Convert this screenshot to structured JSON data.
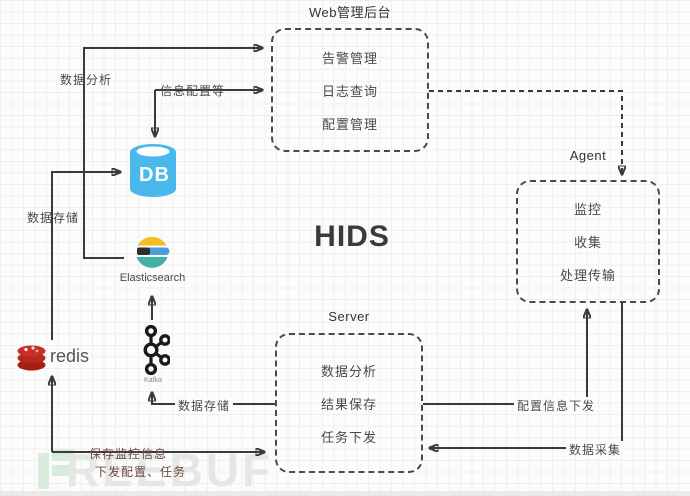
{
  "title": "HIDS",
  "nodes": {
    "web": {
      "title": "Web管理后台",
      "items": [
        "告警管理",
        "日志查询",
        "配置管理"
      ]
    },
    "agent": {
      "title": "Agent",
      "items": [
        "监控",
        "收集",
        "处理传输"
      ]
    },
    "server": {
      "title": "Server",
      "items": [
        "数据分析",
        "结果保存",
        "任务下发"
      ]
    },
    "db": {
      "label": "DB",
      "color": "#49b8ea"
    },
    "elasticsearch": {
      "label": "Elasticsearch",
      "colors": {
        "top": "#f1bf22",
        "bar": "#4a9ed6",
        "block": "#2e2e2e",
        "bottom": "#43b0a6"
      }
    },
    "redis": {
      "label": "redis",
      "color": "#b32017"
    },
    "kafka": {
      "label": "Kafka",
      "color": "#1a1a1a"
    }
  },
  "edges": {
    "es_to_web": {
      "label": "数据分析"
    },
    "db_web": {
      "label": "信息配置等"
    },
    "redis_to_db": {
      "label": "数据存储"
    },
    "server_to_kafka": {
      "label": "数据存储"
    },
    "redis_server": {
      "label_line1": "保存监控信息",
      "label_line2": "下发配置、任务"
    },
    "server_to_agent": {
      "label": "配置信息下发"
    },
    "agent_to_server": {
      "label": "数据采集"
    }
  },
  "watermark": {
    "text": "REEBUF"
  },
  "colors": {
    "line": "#3a3a3a",
    "box_border": "#4a4a4a",
    "label_text": "#4a4a4a",
    "maroon_label": "#6d4a41",
    "grid": "#efefef"
  }
}
